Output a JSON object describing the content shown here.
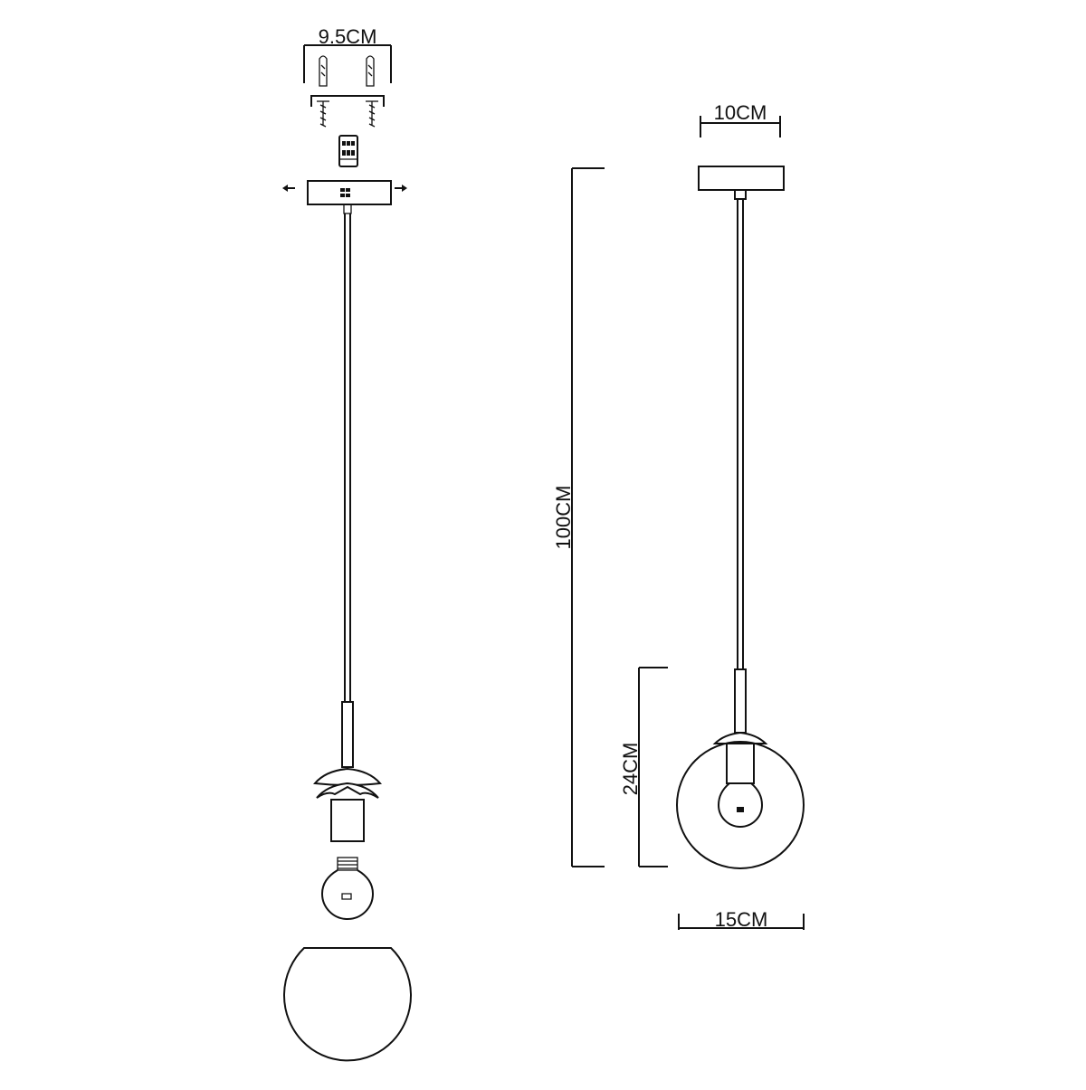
{
  "dimensions": {
    "mount_plate_width": "9.5CM",
    "canopy_width": "10CM",
    "total_drop": "100CM",
    "shade_height": "24CM",
    "shade_diameter": "15CM"
  }
}
